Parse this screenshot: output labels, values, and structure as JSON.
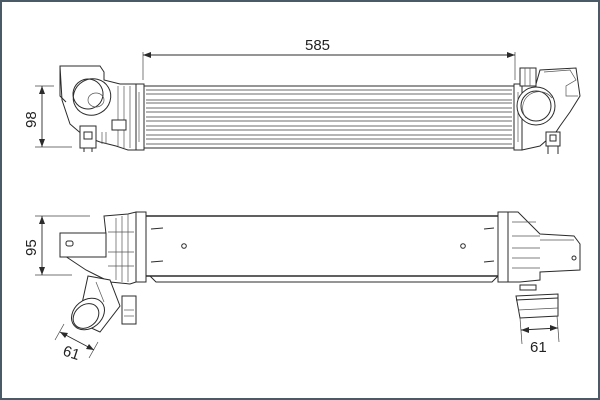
{
  "diagram": {
    "subject": "intercooler technical drawing",
    "views": [
      {
        "name": "top-view",
        "description": "front view with finned core and round inlet/outlet pipes"
      },
      {
        "name": "bottom-view",
        "description": "side view with flat tank and angled pipe connectors"
      }
    ],
    "dimensions": {
      "overall_length": "585",
      "top_height": "98",
      "bottom_height": "95",
      "left_pipe_diameter": "61",
      "right_pipe_diameter": "61"
    },
    "colors": {
      "frame_border": "#4a5a66",
      "line": "#2b2b2b",
      "background": "#ffffff"
    }
  }
}
